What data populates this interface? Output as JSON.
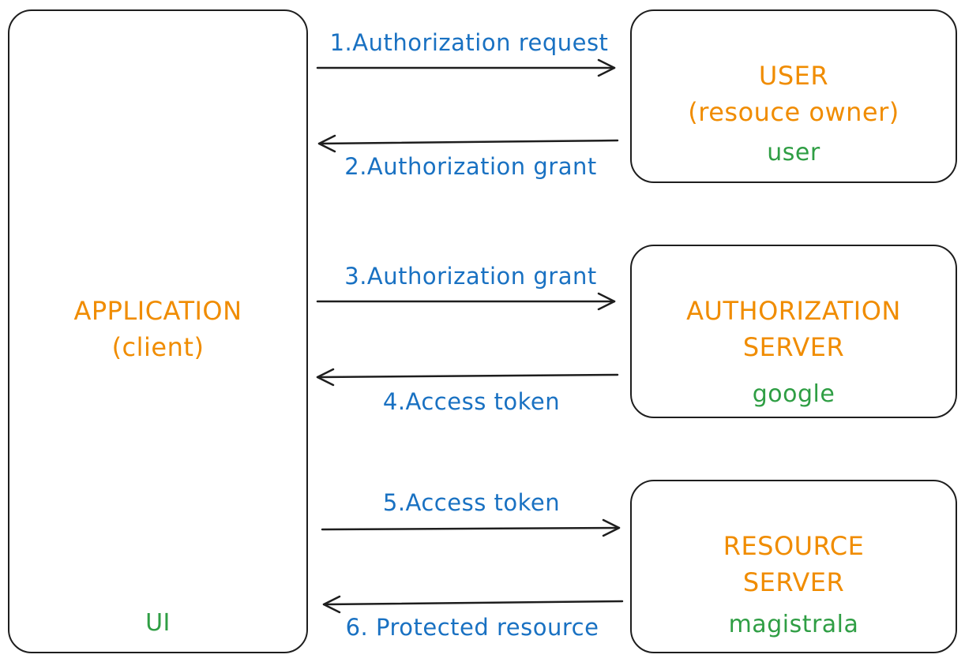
{
  "colors": {
    "stroke": "#1e1e1e",
    "entity": "#f08c00",
    "system": "#2f9e44",
    "message": "#1971c2"
  },
  "application": {
    "title": "APPLICATION",
    "subtitle": "(client)",
    "system": "UI"
  },
  "user": {
    "title": "USER",
    "subtitle": "(resouce owner)",
    "system": "user"
  },
  "authorization_server": {
    "title_line1": "AUTHORIZATION",
    "title_line2": "SERVER",
    "system": "google"
  },
  "resource_server": {
    "title_line1": "RESOURCE",
    "title_line2": "SERVER",
    "system": "magistrala"
  },
  "messages": [
    {
      "label": "1.Authorization request",
      "direction": "to-right"
    },
    {
      "label": "2.Authorization grant",
      "direction": "to-left"
    },
    {
      "label": "3.Authorization grant",
      "direction": "to-right"
    },
    {
      "label": "4.Access token",
      "direction": "to-left"
    },
    {
      "label": "5.Access token",
      "direction": "to-right"
    },
    {
      "label": "6. Protected resource",
      "direction": "to-left"
    }
  ]
}
